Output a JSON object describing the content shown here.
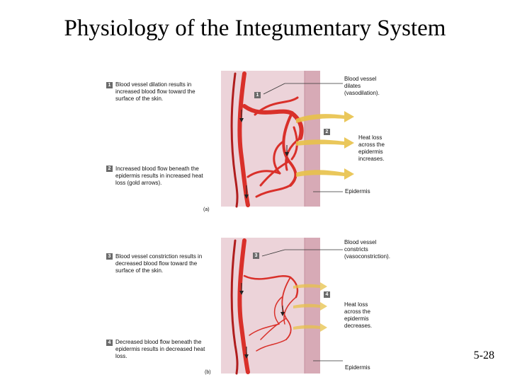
{
  "title": "Physiology of the Integumentary System",
  "page_number": "5-28",
  "colors": {
    "vessel": "#d9302a",
    "vessel_dark": "#b01e1e",
    "heat_arrow": "#e8c24a",
    "dermis": "#ecd3d9",
    "epidermis": "#d7aab6"
  },
  "panel_a": {
    "label": "(a)",
    "step1": {
      "num": "1",
      "text": "Blood vessel dilation results in increased blood flow toward the surface of the skin."
    },
    "step2": {
      "num": "2",
      "text": "Increased blood flow beneath the epidermis results in increased heat loss (gold arrows)."
    },
    "callout_vessel": "Blood vessel dilates (vasodilation).",
    "callout_heat": "Heat loss across the epidermis increases.",
    "callout_epidermis": "Epidermis"
  },
  "panel_b": {
    "label": "(b)",
    "step3": {
      "num": "3",
      "text": "Blood vessel constriction results in decreased blood flow toward the surface of the skin."
    },
    "step4": {
      "num": "4",
      "text": "Decreased blood flow beneath the epidermis results in decreased heat loss."
    },
    "callout_vessel": "Blood vessel constricts (vasoconstriction).",
    "callout_heat": "Heat loss across the epidermis decreases.",
    "callout_epidermis": "Epidermis"
  }
}
